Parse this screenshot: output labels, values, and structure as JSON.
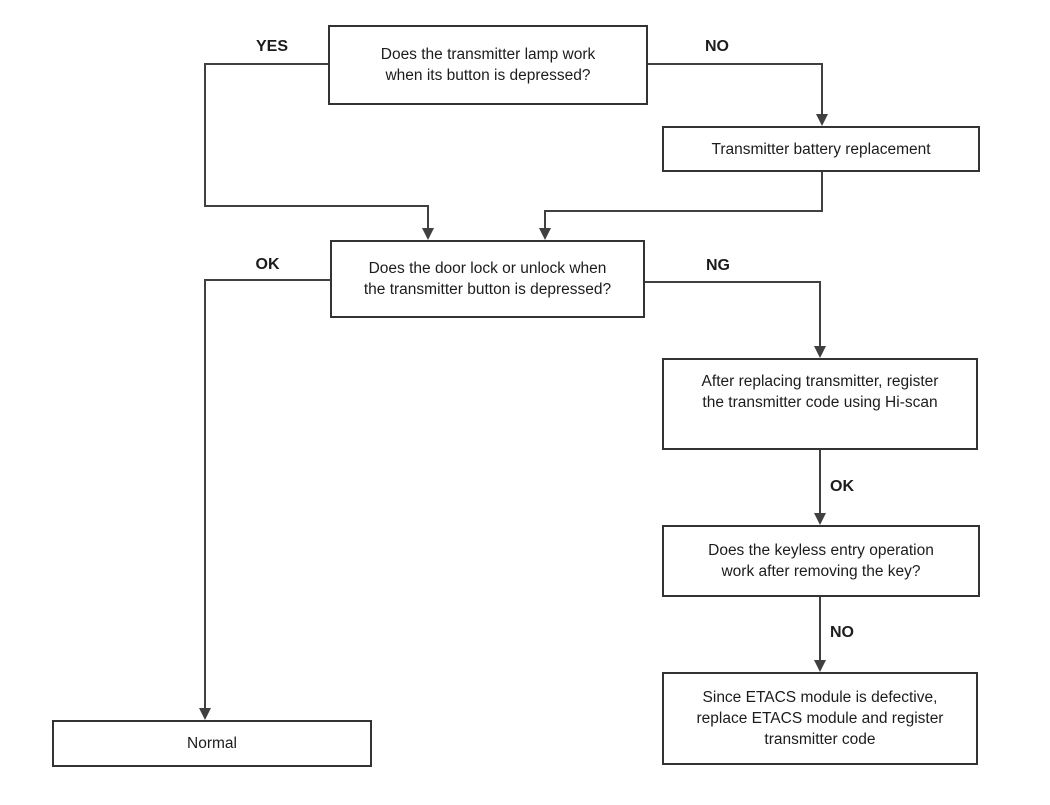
{
  "diagram": {
    "type": "flowchart",
    "colors": {
      "line": "#404040",
      "border": "#333333",
      "text": "#1c1c1c",
      "background": "#ffffff"
    },
    "nodes": {
      "lamp_question": "Does the transmitter lamp work\nwhen its button is depressed?",
      "battery_replacement": "Transmitter battery replacement",
      "door_question": "Does the door lock or unlock when\nthe transmitter button is depressed?",
      "register_transmitter": "After replacing transmitter, register\nthe transmitter code using Hi-scan",
      "keyless_question": "Does the keyless entry operation\nwork after removing the key?",
      "etacs_defective": "Since ETACS module is defective,\nreplace ETACS module and register\ntransmitter code",
      "normal": "Normal"
    },
    "edge_labels": {
      "yes": "YES",
      "no_top": "NO",
      "ok_left": "OK",
      "ng": "NG",
      "ok_right": "OK",
      "no_right": "NO"
    }
  }
}
